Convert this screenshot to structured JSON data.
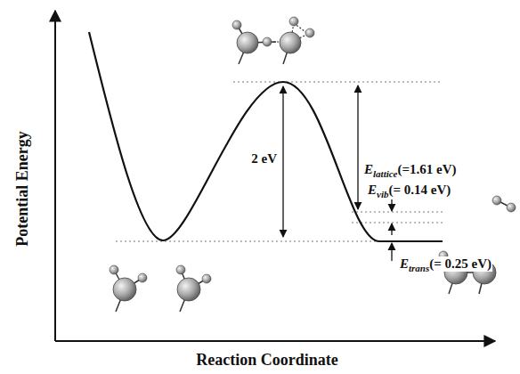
{
  "diagram": {
    "labels": [
      "Potential Energy",
      "Reaction Coordinate",
      "2 eV",
      "E",
      "lattice",
      "(=1.61 eV)",
      "E",
      "vib",
      "(= 0.14 eV)",
      "E",
      "trans",
      "(= 0.25 eV)"
    ]
  }
}
